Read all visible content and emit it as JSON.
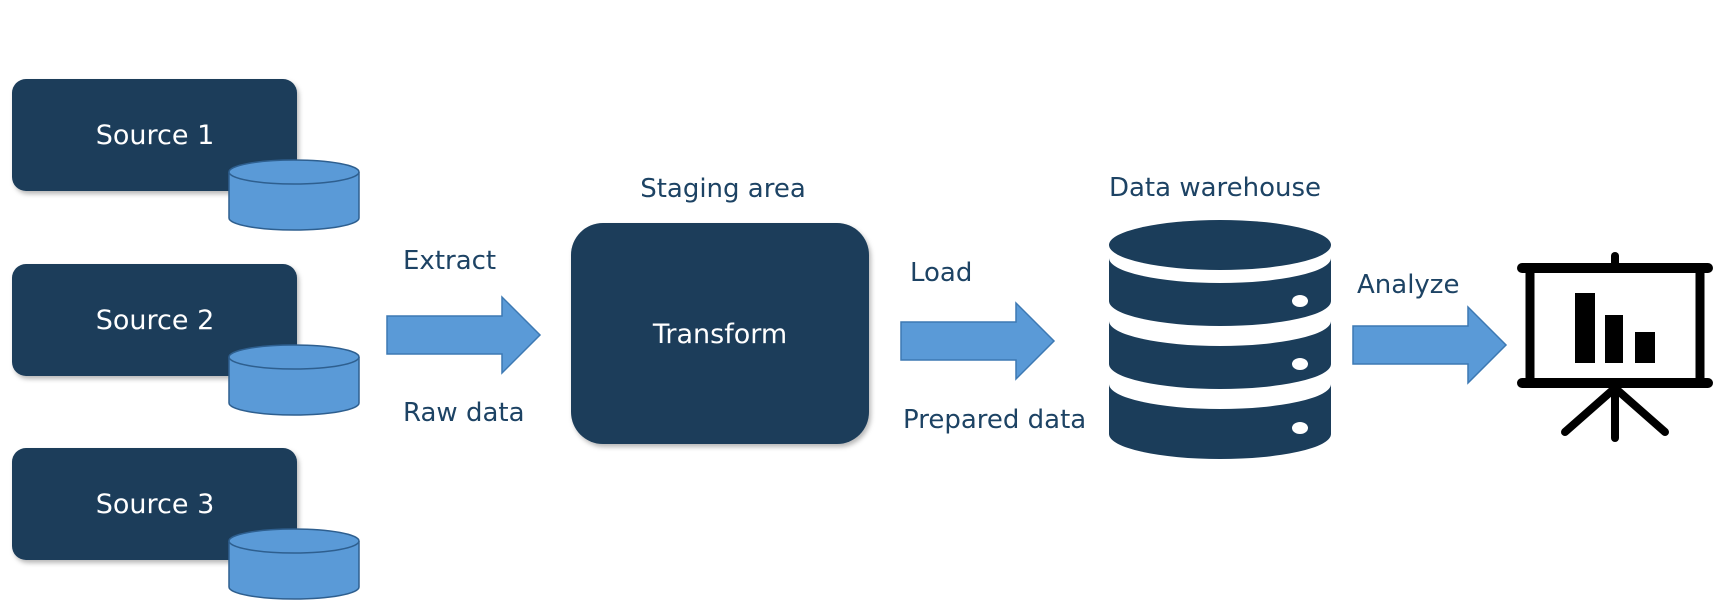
{
  "colors": {
    "dark_navy": "#1b3d5a",
    "light_blue": "#5a9ad7",
    "caption_text": "#1d4364",
    "icon_black": "#000000",
    "background": "#ffffff"
  },
  "sources": [
    {
      "label": "Source 1",
      "icon": "database-cylinder-icon"
    },
    {
      "label": "Source 2",
      "icon": "database-cylinder-icon"
    },
    {
      "label": "Source 3",
      "icon": "database-cylinder-icon"
    }
  ],
  "extract": {
    "label": "Extract",
    "sublabel": "Raw data"
  },
  "staging": {
    "title": "Staging area",
    "label": "Transform"
  },
  "load": {
    "label": "Load",
    "sublabel": "Prepared data"
  },
  "warehouse": {
    "title": "Data warehouse",
    "icon": "database-stack-icon"
  },
  "analyze": {
    "label": "Analyze"
  },
  "presentation": {
    "icon": "presentation-board-chart-icon"
  }
}
